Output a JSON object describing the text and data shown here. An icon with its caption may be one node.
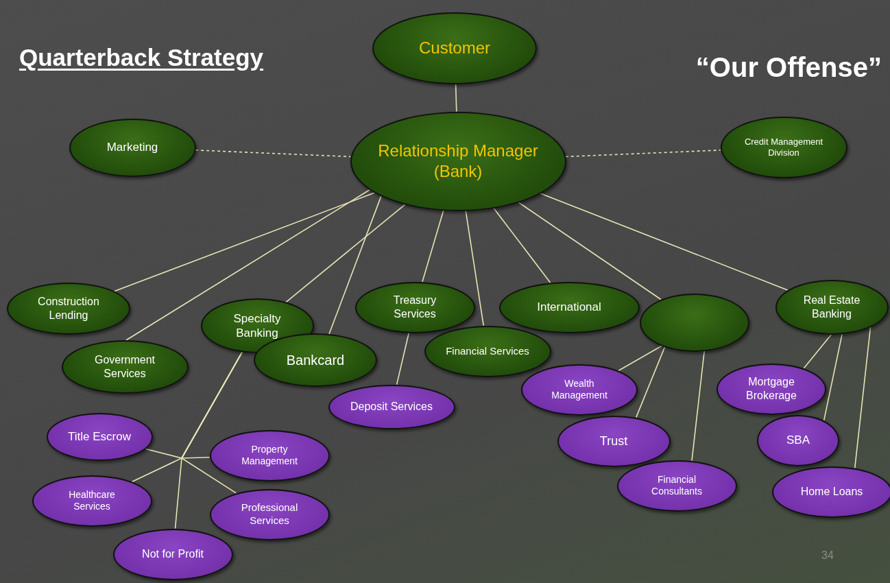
{
  "diagram": {
    "title": "Quarterback Strategy",
    "nodes": [
      {
        "text": [
          "Customer"
        ]
      },
      {
        "text": [
          "Relationship Manager (Bank)"
        ]
      },
      {
        "text": [
          "Marketing"
        ]
      },
      {
        "text": [
          "Credit Management Division"
        ]
      },
      {
        "text": [
          "Construction Lending"
        ]
      },
      {
        "text": [
          "Specialty Banking"
        ]
      },
      {
        "text": [
          "Treasury Services"
        ]
      },
      {
        "text": [
          "International"
        ]
      },
      {
        "text": [],
        "shape": "ellipse"
      },
      {
        "text": [
          "Real Estate Banking"
        ]
      },
      {
        "text": [
          "Government Services"
        ]
      },
      {
        "text": [
          "Bankcard"
        ]
      },
      {
        "text": [
          "Financial Services"
        ]
      },
      {
        "text": [
          "Deposit Services"
        ]
      },
      {
        "text": [
          "Wealth Management"
        ]
      },
      {
        "text": [
          "Mortgage Brokerage"
        ]
      },
      {
        "text": [
          "Trust"
        ]
      },
      {
        "text": [
          "SBA"
        ]
      },
      {
        "text": [
          "Title Escrow"
        ]
      },
      {
        "text": [
          "Property Management"
        ]
      },
      {
        "text": [
          "Financial Consultants"
        ]
      },
      {
        "text": [
          "Home Loans"
        ]
      },
      {
        "text": [
          "Healthcare Services"
        ]
      },
      {
        "text": [
          "Professional Services"
        ]
      },
      {
        "text": [
          "Not for Profit"
        ]
      }
    ],
    "edges": [
      {
        "from": 0,
        "to": 1,
        "arrow": "none"
      },
      {
        "from": 2,
        "to": 1,
        "arrow": "none",
        "style": "dashed"
      },
      {
        "from": 1,
        "to": 3,
        "arrow": "none",
        "style": "dashed"
      },
      {
        "from": 1,
        "to": 4,
        "arrow": "none"
      },
      {
        "from": 1,
        "to": 10,
        "arrow": "none"
      },
      {
        "from": 1,
        "to": 5,
        "arrow": "none"
      },
      {
        "from": 1,
        "to": 11,
        "arrow": "none"
      },
      {
        "from": 1,
        "to": 6,
        "arrow": "none"
      },
      {
        "from": 1,
        "to": 12,
        "arrow": "none"
      },
      {
        "from": 1,
        "to": 7,
        "arrow": "none"
      },
      {
        "from": 1,
        "to": 8,
        "arrow": "none"
      },
      {
        "from": 1,
        "to": 9,
        "arrow": "none"
      },
      {
        "from": 6,
        "to": 13,
        "arrow": "none"
      },
      {
        "from": 8,
        "to": 14,
        "arrow": "none"
      },
      {
        "from": 8,
        "to": 16,
        "arrow": "none"
      },
      {
        "from": 8,
        "to": 20,
        "arrow": "none"
      },
      {
        "from": 9,
        "to": 15,
        "arrow": "none"
      },
      {
        "from": 9,
        "to": 17,
        "arrow": "none"
      },
      {
        "from": 9,
        "to": 21,
        "arrow": "none"
      },
      {
        "from": 5,
        "to": 18,
        "arrow": "none"
      },
      {
        "from": 5,
        "to": 19,
        "arrow": "none"
      },
      {
        "from": 5,
        "to": 22,
        "arrow": "none"
      },
      {
        "from": 5,
        "to": 23,
        "arrow": "none"
      },
      {
        "from": 5,
        "to": 24,
        "arrow": "none"
      }
    ],
    "labels": [
      "“Our Offense”",
      "34"
    ]
  }
}
